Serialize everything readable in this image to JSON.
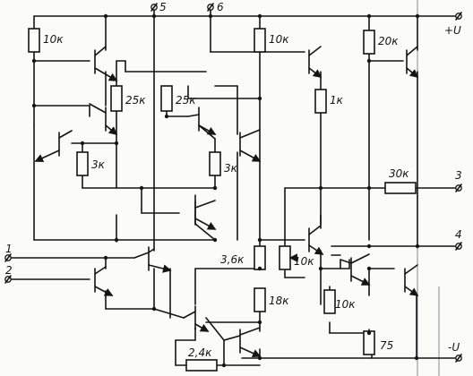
{
  "terminals": {
    "t1": "1",
    "t2": "2",
    "t3": "3",
    "t4": "4",
    "t5": "5",
    "t6": "6",
    "vplus": "+U",
    "vminus": "-U"
  },
  "resistors": {
    "r_10k_top": "10к",
    "r_10k_mid": "10к",
    "r_20k": "20к",
    "r_25k_left": "25к",
    "r_25k_right": "25к",
    "r_1k": "1к",
    "r_3k_left": "3к",
    "r_3k_right": "3к",
    "r_30k": "30к",
    "r_3_6k": "3,6к",
    "r_10k_pot": "10к",
    "r_18k": "18к",
    "r_10k_bottom": "10к",
    "r_75": "75",
    "r_2_4k": "2,4к"
  }
}
